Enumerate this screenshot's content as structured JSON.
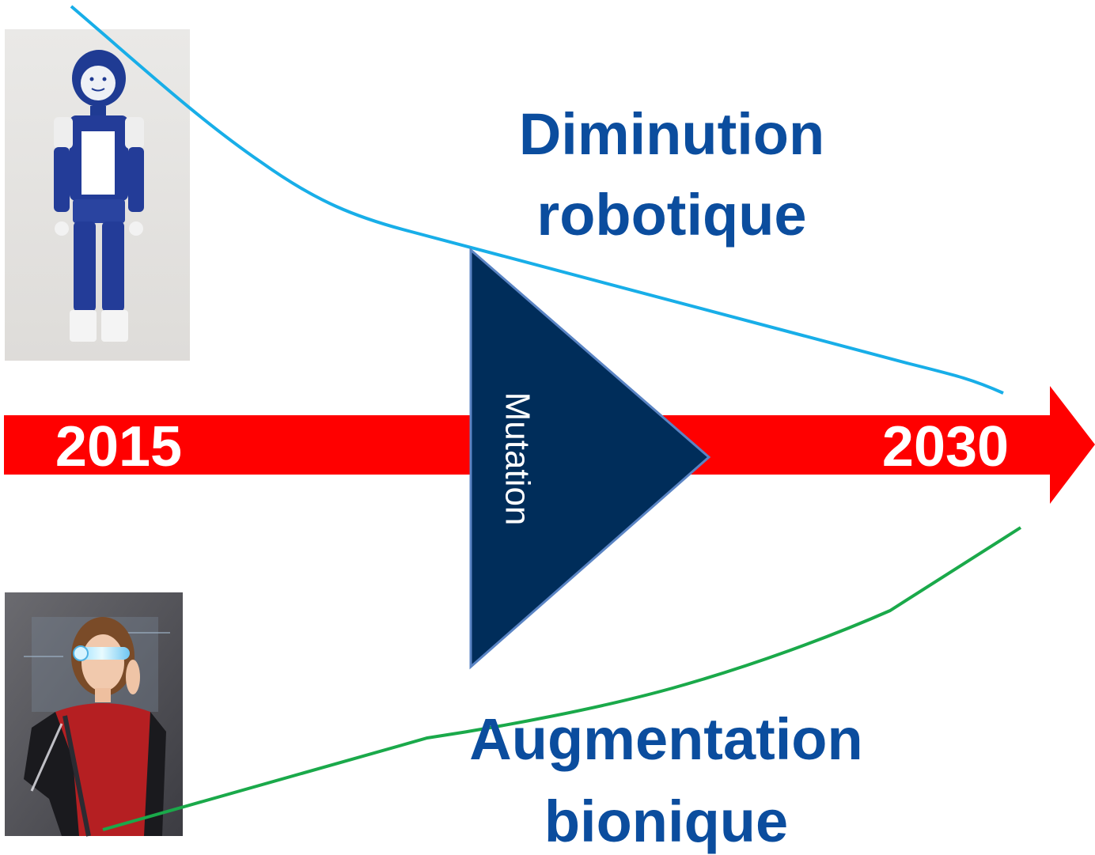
{
  "timeline": {
    "start_year": "2015",
    "end_year": "2030"
  },
  "mutation": {
    "label": "Mutation"
  },
  "robotic": {
    "line1": "Diminution",
    "line2": "robotique"
  },
  "bionic": {
    "line1": "Augmentation",
    "line2": "bionique"
  },
  "colors": {
    "arrow": "#ff0000",
    "triangle_fill": "#002d5a",
    "triangle_stroke": "#5a84c4",
    "heading": "#0b4d9e",
    "robotic_curve": "#18aee8",
    "bionic_curve": "#1aa94a",
    "year_text": "#ffffff",
    "mutation_text": "#ffffff"
  },
  "icons": {
    "robot": "robot-icon",
    "bionic_woman": "bionic-woman-icon"
  }
}
